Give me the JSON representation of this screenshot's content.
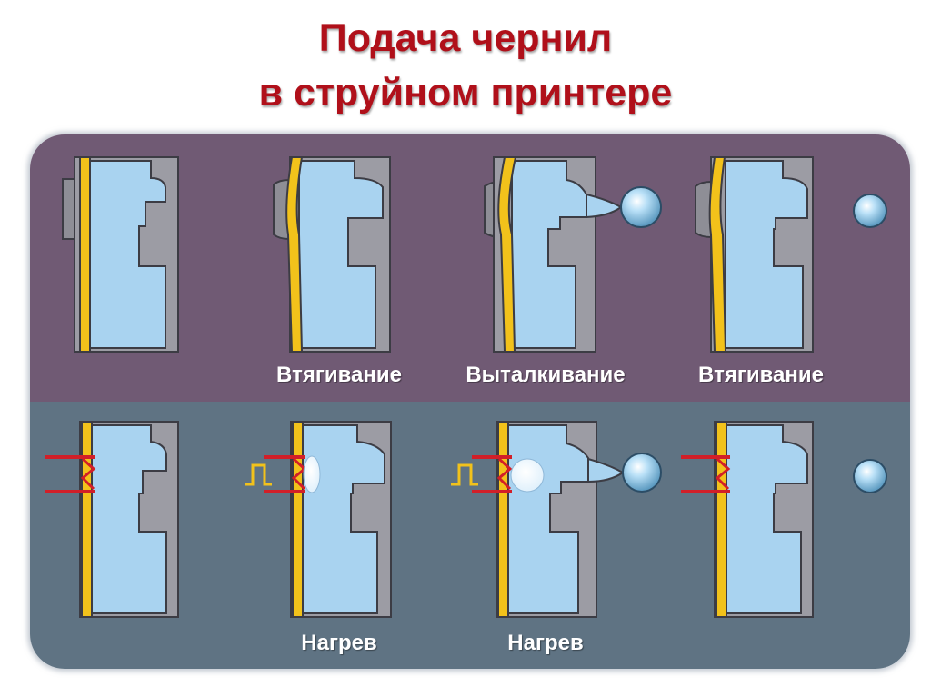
{
  "title": {
    "line1": "Подача чернил",
    "line2": "в струйном принтере"
  },
  "rows": [
    {
      "id": "piezo",
      "stage_labels": [
        "",
        "Втягивание",
        "Выталкивание",
        "Втягивание"
      ]
    },
    {
      "id": "thermal",
      "stage_labels": [
        "",
        "Нагрев",
        "Нагрев",
        ""
      ]
    }
  ],
  "colors": {
    "title": "#b0101a",
    "top_band": "#705a74",
    "bottom_band": "#5f7383",
    "ink": "#a9d3f0",
    "chamber_wall": "#9c9ca4",
    "membrane": "#f2c21b",
    "heater": "#d21f28"
  }
}
